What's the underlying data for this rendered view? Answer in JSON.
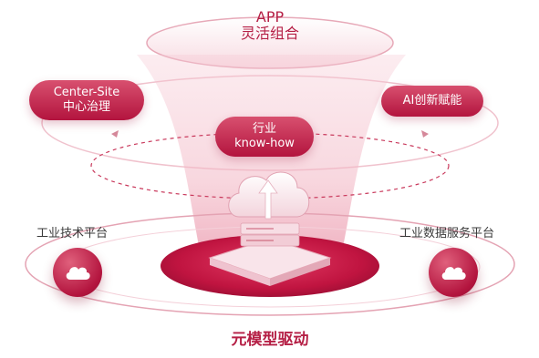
{
  "top": {
    "line1": "APP",
    "line2": "灵活组合"
  },
  "left_pill": {
    "line1": "Center-Site",
    "line2": "中心治理"
  },
  "center_pill": {
    "line1": "行业",
    "line2": "know-how"
  },
  "right_pill": {
    "line1": "AI创新赋能"
  },
  "left_platform": {
    "label": "工业技术平台"
  },
  "right_platform": {
    "label": "工业数据服务平台"
  },
  "bottom": {
    "label": "元模型驱动"
  },
  "colors": {
    "accent": "#b51f45",
    "accent_light": "#d8506f"
  },
  "icons": [
    "cloud-icon",
    "upload-arrow-icon"
  ]
}
